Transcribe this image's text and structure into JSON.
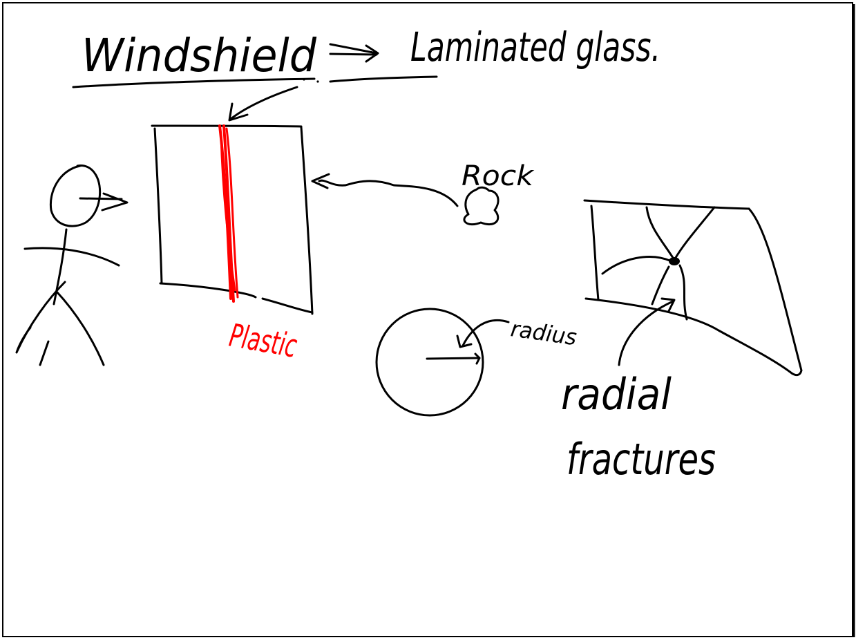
{
  "title": {
    "left_text": "Windshield",
    "arrow": "⇒",
    "right_text": "Laminated glass."
  },
  "labels": {
    "plastic": "Plastic",
    "rock": "Rock",
    "radius": "radius",
    "radial_line1": "radial",
    "radial_line2": "fractures"
  },
  "colors": {
    "ink": "#000000",
    "highlight": "#ff0000",
    "background": "#ffffff",
    "frame": "#000000"
  }
}
